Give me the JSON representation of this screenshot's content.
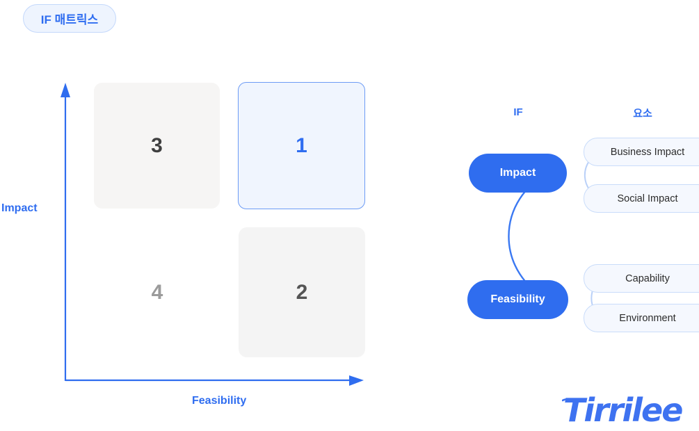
{
  "badge": {
    "label": "IF 매트릭스"
  },
  "matrix": {
    "y_axis_label": "Impact",
    "x_axis_label": "Feasibility",
    "quadrants": [
      {
        "name": "quadrant-one",
        "label": "1",
        "position": "top-right",
        "highlight": true
      },
      {
        "name": "quadrant-two",
        "label": "2",
        "position": "bottom-right",
        "highlight": false
      },
      {
        "name": "quadrant-three",
        "label": "3",
        "position": "top-left",
        "highlight": false
      },
      {
        "name": "quadrant-four",
        "label": "4",
        "position": "bottom-left",
        "highlight": false
      }
    ]
  },
  "mindmap": {
    "columns": {
      "if": "IF",
      "elements": "요소"
    },
    "branches": [
      {
        "label": "Impact",
        "children": [
          "Business Impact",
          "Social Impact"
        ]
      },
      {
        "label": "Feasibility",
        "children": [
          "Capability",
          "Environment"
        ]
      }
    ]
  },
  "logo": {
    "text": "Tirrilee"
  },
  "colors": {
    "accent_blue": "#2f6def",
    "badge_bg": "#eef4fe",
    "badge_border": "#c3d8fb",
    "quad_gray": "#f6f5f4",
    "quad_highlight_bg": "#f0f5fe",
    "quad_highlight_border": "#6c9bf5",
    "sub_pill_bg": "#f5f8fe",
    "sub_pill_border": "#c9dcfa"
  }
}
